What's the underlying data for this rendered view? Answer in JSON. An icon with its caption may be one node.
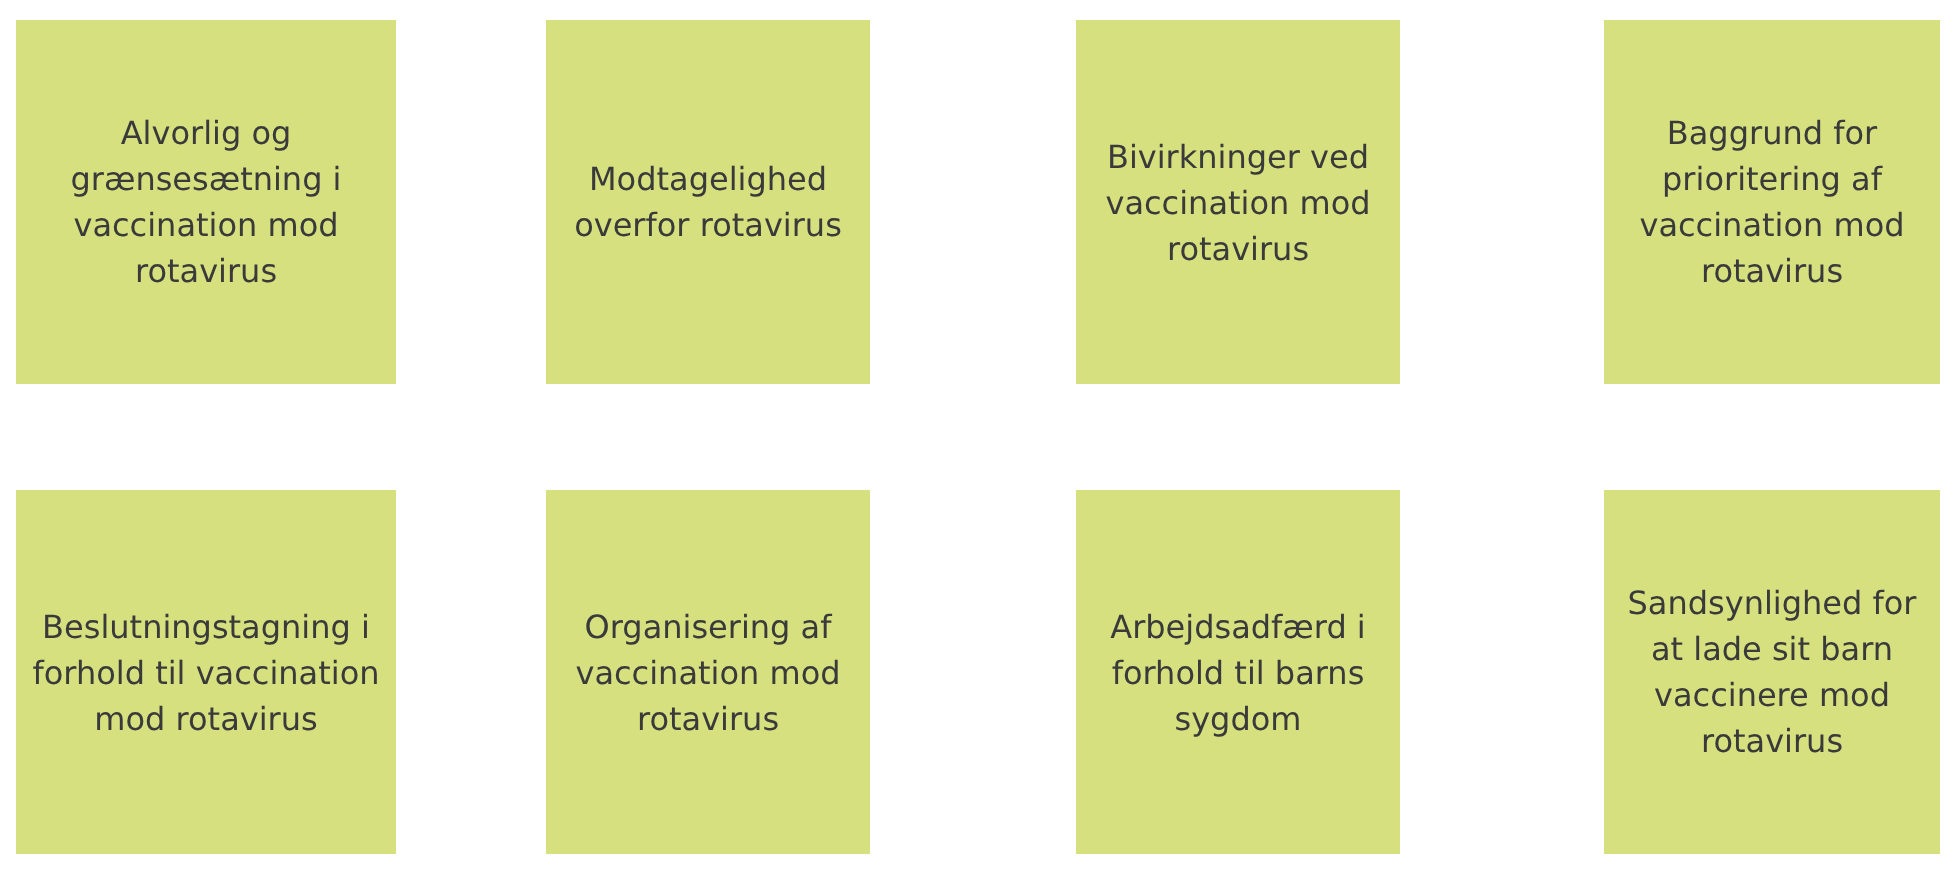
{
  "diagram": {
    "nodes": [
      {
        "text": [
          "Alvorlig og grænsesætning i vaccination mod rotavirus"
        ]
      },
      {
        "text": [
          "Modtagelighed overfor rotavirus"
        ]
      },
      {
        "text": [
          "Bivirkninger ved vaccination mod rotavirus"
        ]
      },
      {
        "text": [
          "Baggrund for prioritering af vaccination mod rotavirus"
        ]
      },
      {
        "text": [
          "Beslutningstagning i forhold til vaccination mod rotavirus"
        ]
      },
      {
        "text": [
          "Organisering af vaccination mod rotavirus"
        ]
      },
      {
        "text": [
          "Arbejdsadfærd i forhold til barns sygdom"
        ]
      },
      {
        "text": [
          "Sandsynlighed for at lade sit barn vaccinere mod rotavirus"
        ]
      }
    ]
  }
}
